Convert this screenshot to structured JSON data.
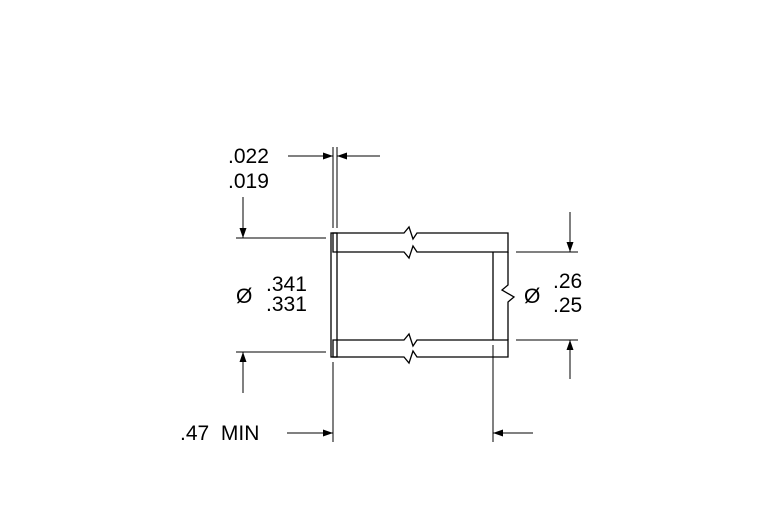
{
  "dimensions": {
    "wall_thickness": {
      "max": ".022",
      "min": ".019"
    },
    "outer_diameter": {
      "symbol": "Ø",
      "max": ".341",
      "min": ".331"
    },
    "inner_diameter": {
      "symbol": "Ø",
      "max": ".26",
      "min": ".25"
    },
    "length": {
      "label": ".47  MIN"
    }
  },
  "colors": {
    "line": "#000000",
    "section_fill": "#a6a6a6",
    "background": "#ffffff"
  }
}
